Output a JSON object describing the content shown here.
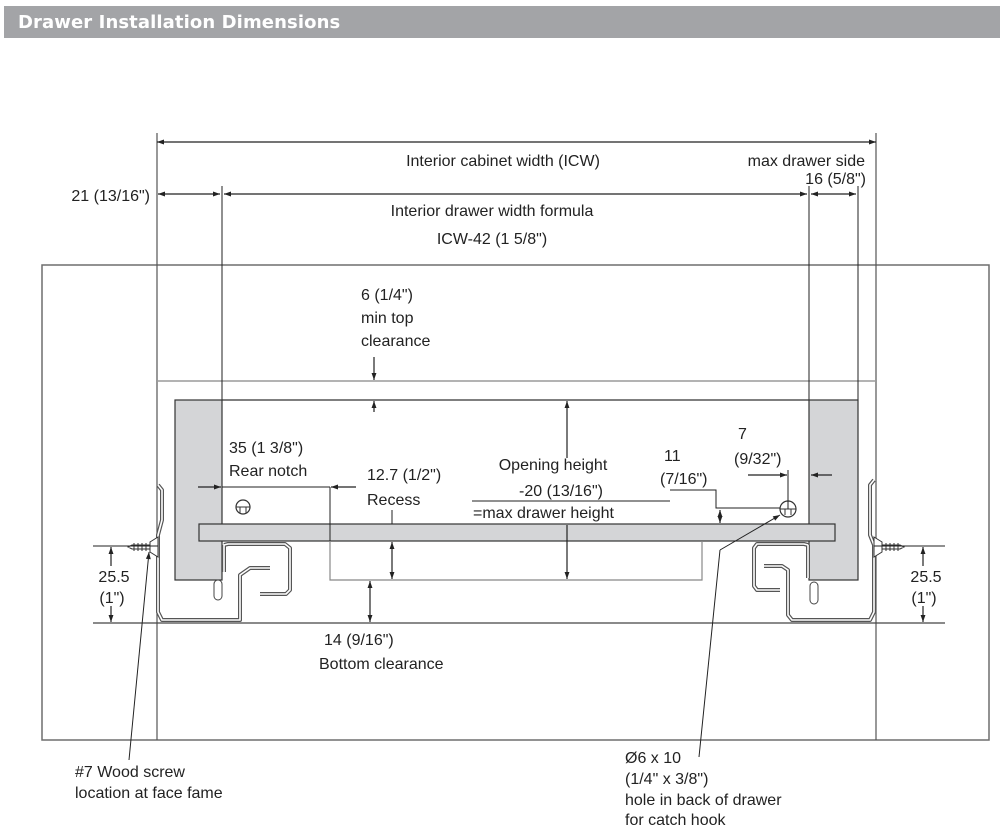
{
  "header": {
    "title": "Drawer Installation Dimensions",
    "background_color": "#a3a4a7",
    "text_color": "#ffffff"
  },
  "colors": {
    "line": "#222222",
    "cabinet_line": "#6e6e6e",
    "drawer_fill": "#d4d5d7",
    "runner_line": "#555555"
  },
  "labels": {
    "icw": "Interior cabinet width (ICW)",
    "max_drawer_side": "max drawer side",
    "side_value": "16 (5/8\")",
    "left_offset": "21 (13/16\")",
    "drawer_width_formula_1": "Interior drawer width formula",
    "drawer_width_formula_2": "ICW-42 (1 5/8\")",
    "top_clearance_1": "6 (1/4\")",
    "top_clearance_2": "min top",
    "top_clearance_3": "clearance",
    "rear_notch_1": "35 (1 3/8\")",
    "rear_notch_2": "Rear notch",
    "recess_1": "12.7 (1/2\")",
    "recess_2": "Recess",
    "opening_1": "Opening height",
    "opening_2": "-20 (13/16\")",
    "opening_3": "=max drawer height",
    "hole_height_1": "11",
    "hole_height_2": "(7/16\")",
    "hole_offset_1": "7",
    "hole_offset_2": "(9/32\")",
    "screw_height_left_1": "25.5",
    "screw_height_left_2": "(1\")",
    "screw_height_right_1": "25.5",
    "screw_height_right_2": "(1\")",
    "bottom_clearance_1": "14 (9/16\")",
    "bottom_clearance_2": "Bottom clearance",
    "screw_note_1": "#7 Wood screw",
    "screw_note_2": "location at face fame",
    "hole_note_1": "Ø6 x 10",
    "hole_note_2": "(1/4\" x 3/8\")",
    "hole_note_3": "hole in back of drawer",
    "hole_note_4": "for catch hook"
  }
}
